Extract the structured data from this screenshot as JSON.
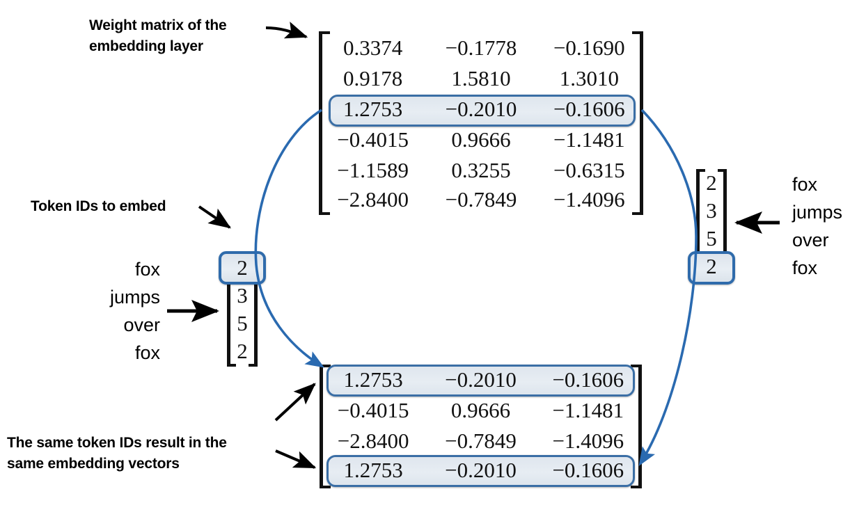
{
  "diagram": {
    "title_annotations": {
      "weight_matrix": "Weight matrix of the\nembedding layer",
      "token_ids": "Token IDs to embed",
      "same_embeddings": "The same token IDs result in the\nsame embedding vectors"
    },
    "colors": {
      "highlight_border": "#3a6ea5",
      "highlight_fill": "#e1e8ef",
      "curve": "#2a6ab0",
      "arrow": "#000000",
      "text": "#111111",
      "background": "#ffffff"
    }
  },
  "weight_matrix": {
    "name": "embedding-weight-matrix",
    "rows": [
      [
        "0.3374",
        "−0.1778",
        "−0.1690"
      ],
      [
        "0.9178",
        "1.5810",
        "1.3010"
      ],
      [
        "1.2753",
        "−0.2010",
        "−0.1606"
      ],
      [
        "−0.4015",
        "0.9666",
        "−1.1481"
      ],
      [
        "−1.1589",
        "0.3255",
        "−0.6315"
      ],
      [
        "−2.8400",
        "−0.7849",
        "−1.4096"
      ]
    ],
    "highlighted_row_index": 2
  },
  "output_matrix": {
    "name": "embedded-token-matrix",
    "rows": [
      [
        "1.2753",
        "−0.2010",
        "−0.1606"
      ],
      [
        "−0.4015",
        "0.9666",
        "−1.1481"
      ],
      [
        "−2.8400",
        "−0.7849",
        "−1.4096"
      ],
      [
        "1.2753",
        "−0.2010",
        "−0.1606"
      ]
    ],
    "highlighted_row_indices": [
      0,
      3
    ]
  },
  "token_vector_left": {
    "name": "token-ids-left",
    "values": [
      "2",
      "3",
      "5",
      "2"
    ],
    "highlighted_index": 0
  },
  "token_vector_right": {
    "name": "token-ids-right",
    "values": [
      "2",
      "3",
      "5",
      "2"
    ],
    "highlighted_index": 3
  },
  "words_left": [
    "fox",
    "jumps",
    "over",
    "fox"
  ],
  "words_right": [
    "fox",
    "jumps",
    "over",
    "fox"
  ]
}
